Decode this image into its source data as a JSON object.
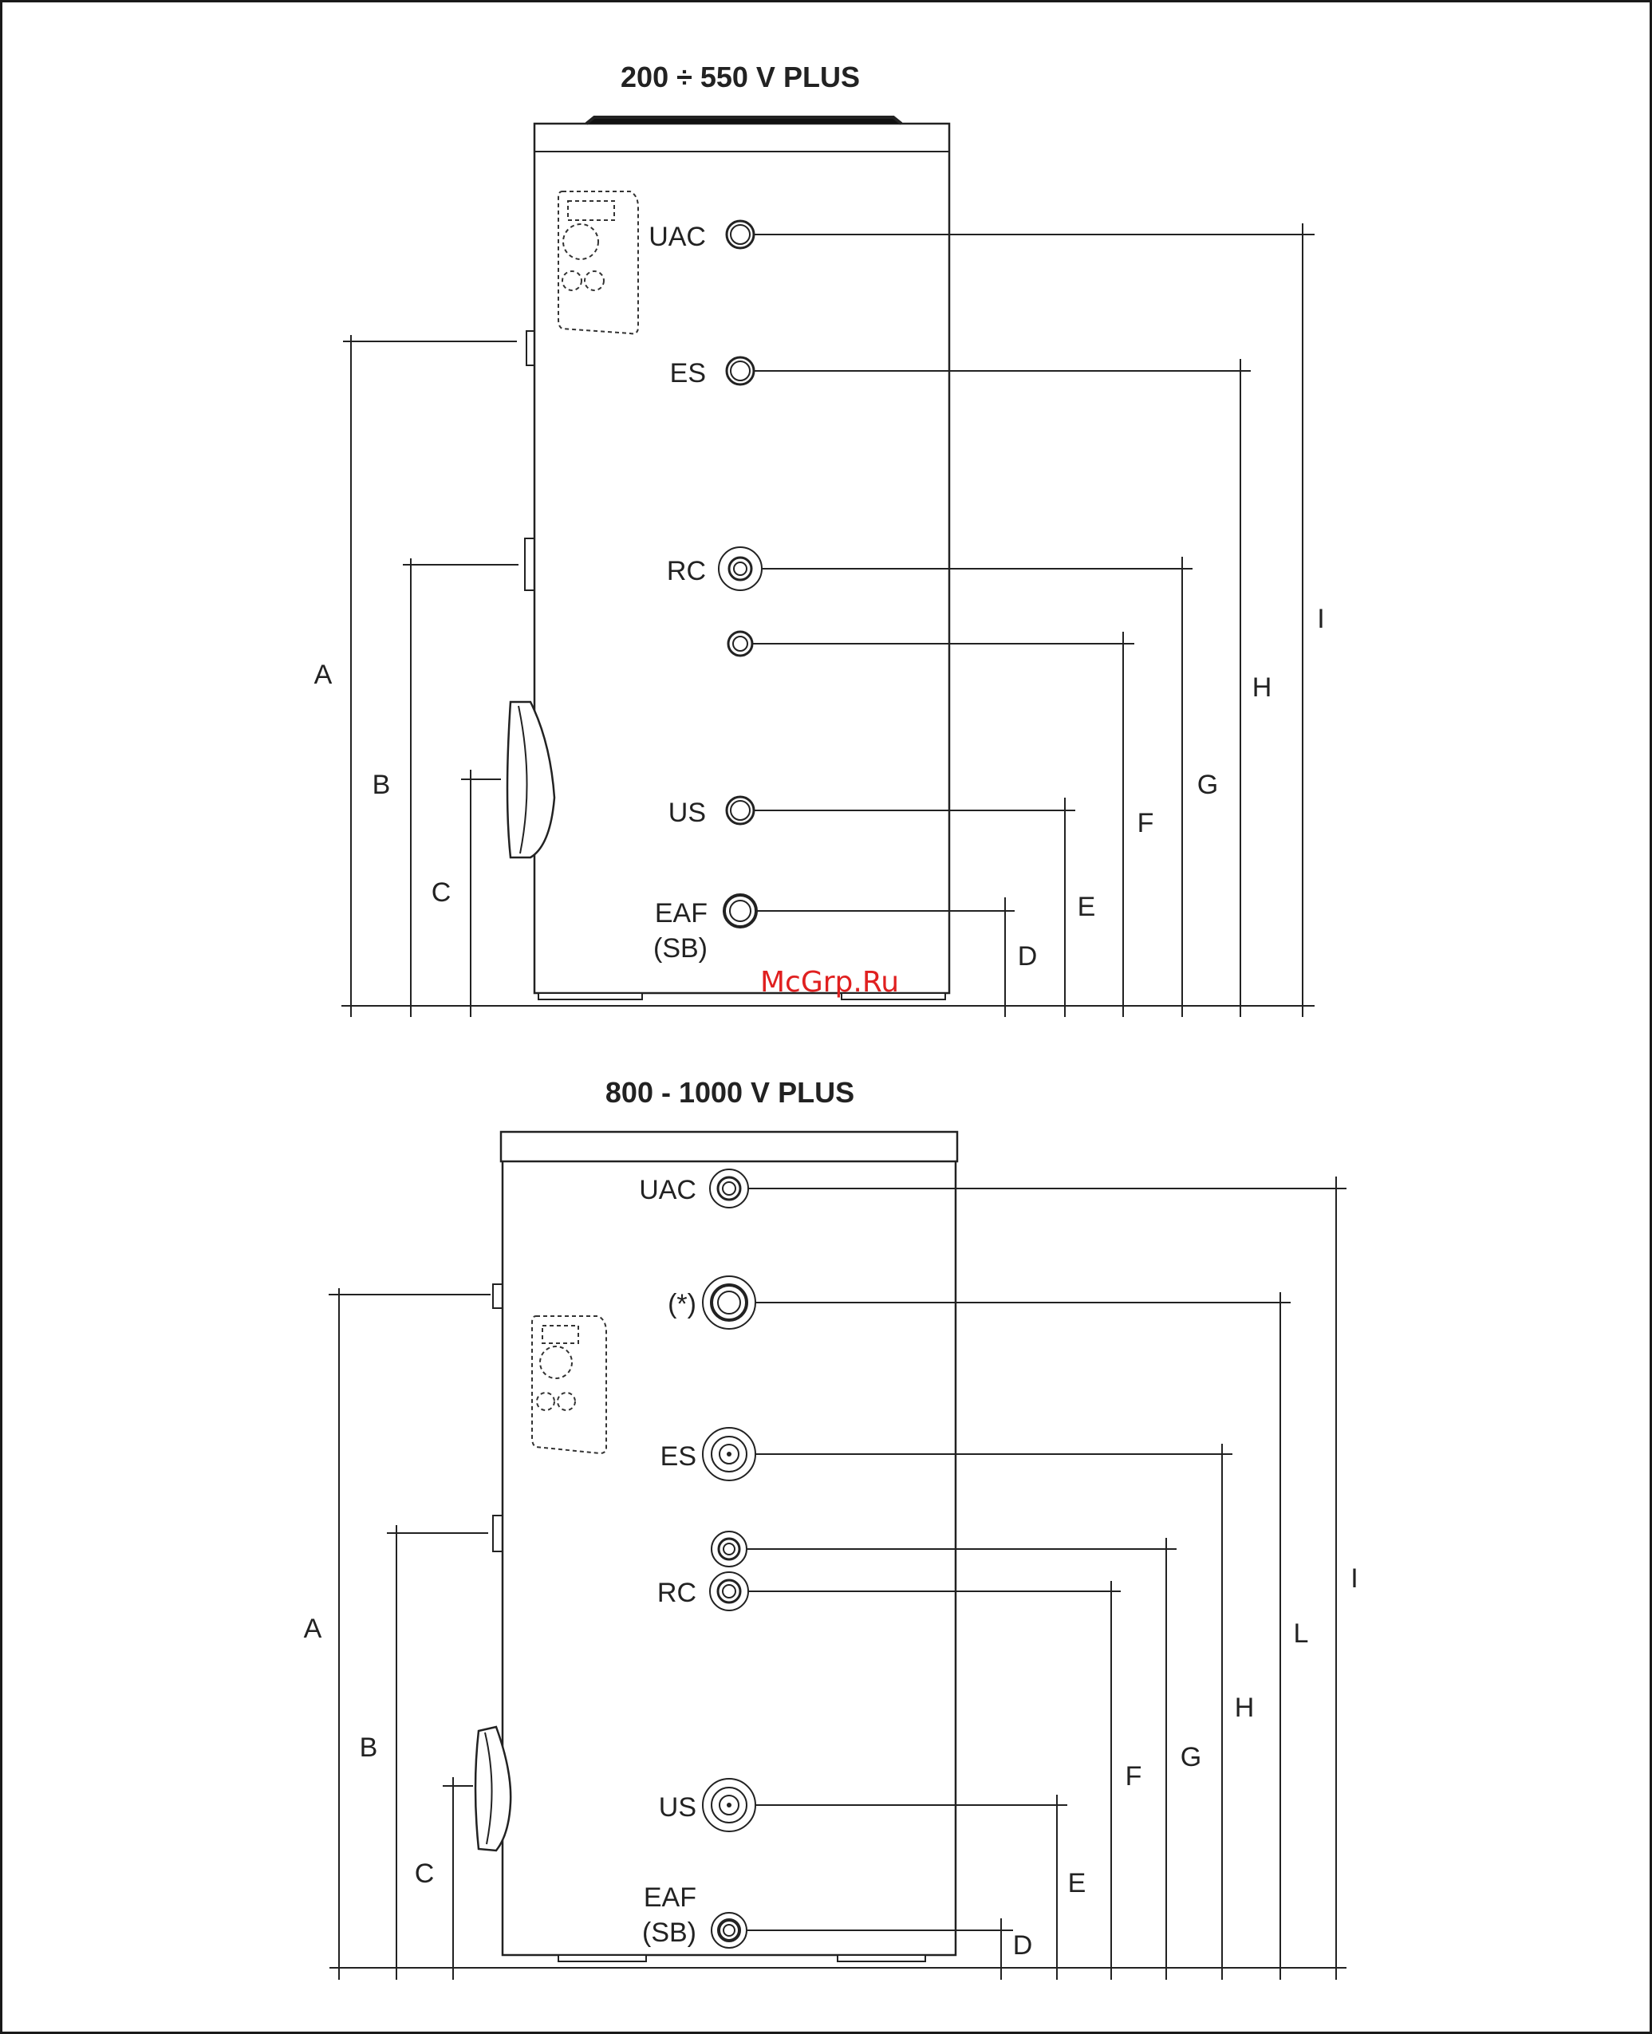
{
  "watermark": "McGrp.Ru",
  "diagrams": [
    {
      "title": "200 ÷ 550 V PLUS",
      "connections": {
        "uac": "UAC",
        "es": "ES",
        "rc": "RC",
        "us": "US",
        "eaf": "EAF",
        "sb": "(SB)"
      },
      "dims": {
        "a": "A",
        "b": "B",
        "c": "C",
        "d": "D",
        "e": "E",
        "f": "F",
        "g": "G",
        "h": "H",
        "i": "I"
      }
    },
    {
      "title": "800 - 1000 V PLUS",
      "connections": {
        "uac": "UAC",
        "star": "(*)",
        "es": "ES",
        "rc": "RC",
        "us": "US",
        "eaf": "EAF",
        "sb": "(SB)"
      },
      "dims": {
        "a": "A",
        "b": "B",
        "c": "C",
        "d": "D",
        "e": "E",
        "f": "F",
        "g": "G",
        "h": "H",
        "l": "L",
        "i": "I"
      }
    }
  ]
}
